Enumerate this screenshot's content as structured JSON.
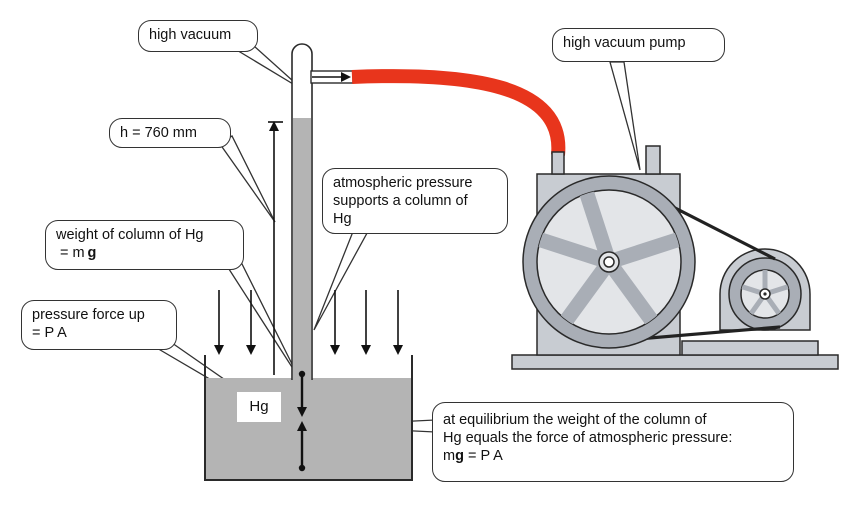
{
  "labels": {
    "high_vacuum": "high vacuum",
    "height": "h = 760 mm",
    "atmospheric": [
      "atmospheric pressure",
      "supports a column of",
      "Hg"
    ],
    "weight_line1": "weight of column of Hg",
    "weight_line2_prefix": "= m",
    "weight_line2_bold": "g",
    "pressure_line1": "pressure force up",
    "pressure_line2": "= P A",
    "mercury": "Hg",
    "pump": "high vacuum pump",
    "equilibrium_line1": "at equilibrium the weight of the column of",
    "equilibrium_line2": "Hg equals the force of atmospheric pressure:",
    "equilibrium_line3_prefix": "m",
    "equilibrium_line3_bold": "g",
    "equilibrium_line3_suffix": " = P A"
  },
  "colors": {
    "hose": "#e8351c",
    "mercury": "#b4b4b4",
    "pump_body": "#c8ccd2",
    "wheel": "#a9aeb6",
    "wheel_inner": "#e3e5e8",
    "belt": "#222222",
    "outline": "#2a2a2a"
  }
}
